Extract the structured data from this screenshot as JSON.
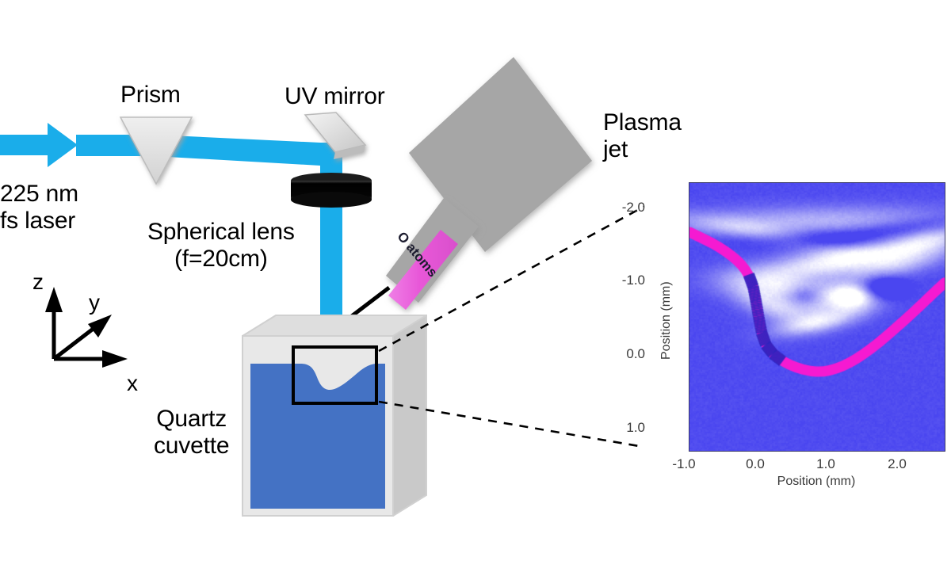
{
  "figure": {
    "title": "Laser-induced fluorescence setup with plasma jet over quartz cuvette",
    "background_color": "#ffffff"
  },
  "labels": {
    "laser_source": "225 nm\nfs laser",
    "prism": "Prism",
    "uv_mirror": "UV mirror",
    "spherical_lens": "Spherical lens\n(f=20cm)",
    "plasma_jet": "Plasma\njet",
    "o_atoms": "O atoms",
    "quartz_cuvette": "Quartz\ncuvette"
  },
  "axes_triad": {
    "z": "z",
    "y": "y",
    "x": "x"
  },
  "colors": {
    "laser_beam": "#1aadea",
    "water": "#4472c4",
    "cuvette_body": "#e8e8e8",
    "cuvette_side": "#c9c9c9",
    "prism_fill": "#dcdcdc",
    "mirror_fill": "#e2e2e2",
    "lens_fill": "#0d0d0d",
    "plasma_jet_fill": "#a6a6a6",
    "o_atoms_band": "#e857d8",
    "plot_magenta": "#f51ad1",
    "plot_blue": "#4a46f0",
    "dashed_line": "#000000"
  },
  "chart_data": {
    "type": "heatmap",
    "title": "",
    "xlabel": "Position (mm)",
    "ylabel": "Position (mm)",
    "xticks": [
      "-1.0",
      "0.0",
      "1.0",
      "2.0"
    ],
    "xtick_values": [
      -1.0,
      0.0,
      1.0,
      2.0
    ],
    "yticks": [
      "-2.0",
      "-1.0",
      "0.0",
      "1.0"
    ],
    "ytick_values": [
      -2.0,
      -1.0,
      0.0,
      1.0
    ],
    "xlim": [
      -1.32,
      2.28
    ],
    "ylim": [
      -2.28,
      1.32
    ],
    "y_axis_inverted": true,
    "grid": false,
    "legend": null,
    "colormap": "jet-like blue/white (O-atom LIF intensity)",
    "background_level": "low (blue)",
    "annotations": [
      {
        "name": "liquid-surface-contour",
        "color": "#f51ad1",
        "description": "Magenta curve tracing the depressed water surface beneath the plasma jet",
        "points": [
          [
            -1.32,
            -1.62
          ],
          [
            -1.1,
            -1.52
          ],
          [
            -0.9,
            -1.42
          ],
          [
            -0.72,
            -1.3
          ],
          [
            -0.58,
            -1.18
          ],
          [
            -0.48,
            -1.04
          ],
          [
            -0.42,
            -0.88
          ],
          [
            -0.38,
            -0.68
          ],
          [
            -0.34,
            -0.46
          ],
          [
            -0.3,
            -0.26
          ],
          [
            -0.24,
            -0.1
          ],
          [
            -0.14,
            0.02
          ],
          [
            0.0,
            0.12
          ],
          [
            0.18,
            0.2
          ],
          [
            0.38,
            0.25
          ],
          [
            0.56,
            0.26
          ],
          [
            0.74,
            0.22
          ],
          [
            0.94,
            0.14
          ],
          [
            1.14,
            0.02
          ],
          [
            1.36,
            -0.14
          ],
          [
            1.6,
            -0.34
          ],
          [
            1.86,
            -0.56
          ],
          [
            2.1,
            -0.78
          ],
          [
            2.28,
            -0.94
          ]
        ],
        "hatched_segment": {
          "description": "Short cross-hatched dashes along the steep left flank of the curve",
          "x_range": [
            -0.46,
            -0.06
          ],
          "y_range": [
            -0.98,
            0.06
          ]
        }
      },
      {
        "name": "bright-features",
        "description": "Diffuse white/light bands of elevated LIF signal above and within the surface depression"
      }
    ]
  },
  "plot_panel": {
    "frame_border_color": "#3a3a6a"
  },
  "connectors": {
    "upper_dashed": "dashed line from cuvette inset top-right to plot top-left",
    "lower_dashed": "dashed line from cuvette inset bottom-right to plot bottom-left",
    "jet_arrow": "black arrow from plasma jet nozzle to cuvette surface"
  }
}
